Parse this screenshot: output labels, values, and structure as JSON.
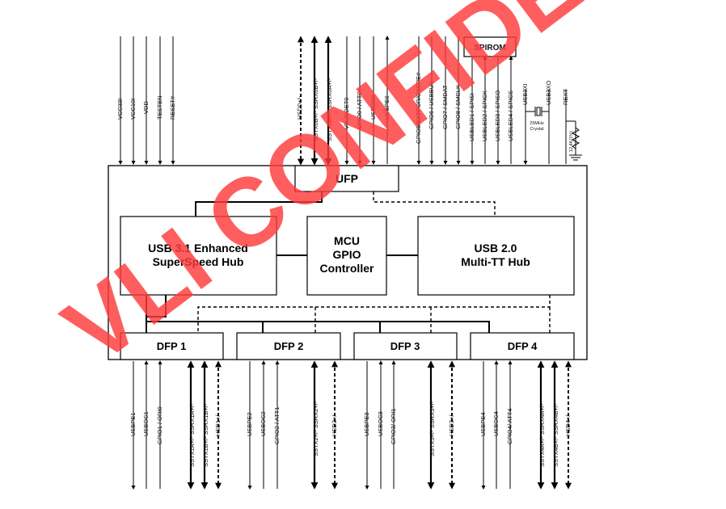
{
  "blocks": {
    "ufp": "UFP",
    "spirom": "SPIROM",
    "hub31_line1": "USB 3.1 Enhanced",
    "hub31_line2": "SuperSpeed Hub",
    "mcu_line1": "MCU",
    "mcu_line2": "GPIO",
    "mcu_line3": "Controller",
    "hub20_line1": "USB 2.0",
    "hub20_line2": "Multi-TT Hub",
    "dfp1": "DFP 1",
    "dfp2": "DFP 2",
    "dfp3": "DFP 3",
    "dfp4": "DFP 4"
  },
  "top_pins": {
    "vcc33i": "VCC33I",
    "vcc10i": "VCC10I",
    "vdd": "VDD",
    "testen": "TESTEN",
    "reset": "RESET#",
    "hsd0": "HSD0+/-",
    "sstx0b": "SSTX0B+/- SSRX0B+/-",
    "sstx0a": "SSTX0A+/- SSRX0A+/-",
    "vbusdet": "VBUSDET0",
    "gpio0": "GPIO0 / ATT0",
    "usboc0": "USBOC0",
    "usbpe0": "USBPE0",
    "gpio5": "GPIO5/EXTPOR/OSCPE#",
    "gpio6": "GPIO6 / USBBUS",
    "gpio7": "GPIO7 / SMDAT",
    "gpio8": "GPIO8 / SMCLK",
    "usbled1": "USBLED1 / SPISI",
    "usbled2": "USBLED2 / SPICK",
    "usbled3": "USBLED3 / SPISO",
    "usbled4": "USBLED4 / SPICS",
    "usb3xi": "USB3XI",
    "usb3xo": "USB3XO",
    "rext": "REXT",
    "crystal1": "25MHz",
    "crystal2": "Crystal",
    "resistor": "12.4K(1%)"
  },
  "bottom_pins": {
    "usbpe1": "USBPE1",
    "usboc1": "USBOC1",
    "gpio1": "GPIO1 / ORI0",
    "sstx1a": "SSTX1A+/- SSRX1A+/-",
    "sstx1b": "SSTX1B+/- SSRX1B+/-",
    "hsd1": "HSD1+/-",
    "usbpe2": "USBPE2",
    "usboc2": "USBOC2",
    "gpio2": "GPIO2 / ATT1",
    "sstx2": "SSTX2+/- SSRX2+/-",
    "hsd2": "HSD2+/-",
    "usbpe3": "USBPE3",
    "usboc3": "USBOC3",
    "gpio3": "GPIO3/ ORI1",
    "sstx3": "SSTX3+/- SSRX3+/-",
    "hsd3": "HSD3+/-",
    "usbpe4": "USBPE4",
    "usboc4": "USBOC4",
    "gpio4": "GPIO4/ ATT4",
    "sstx4a": "SSTX4A+/- SSRX4A+/-",
    "sstx4b": "SSTX4B+/- SSRX4B+/-",
    "hsd4": "HSD4+/-"
  },
  "watermark": "VLI CONFIDENTIAL",
  "colors": {
    "watermark": "#ff3b3b",
    "line": "#000000"
  }
}
